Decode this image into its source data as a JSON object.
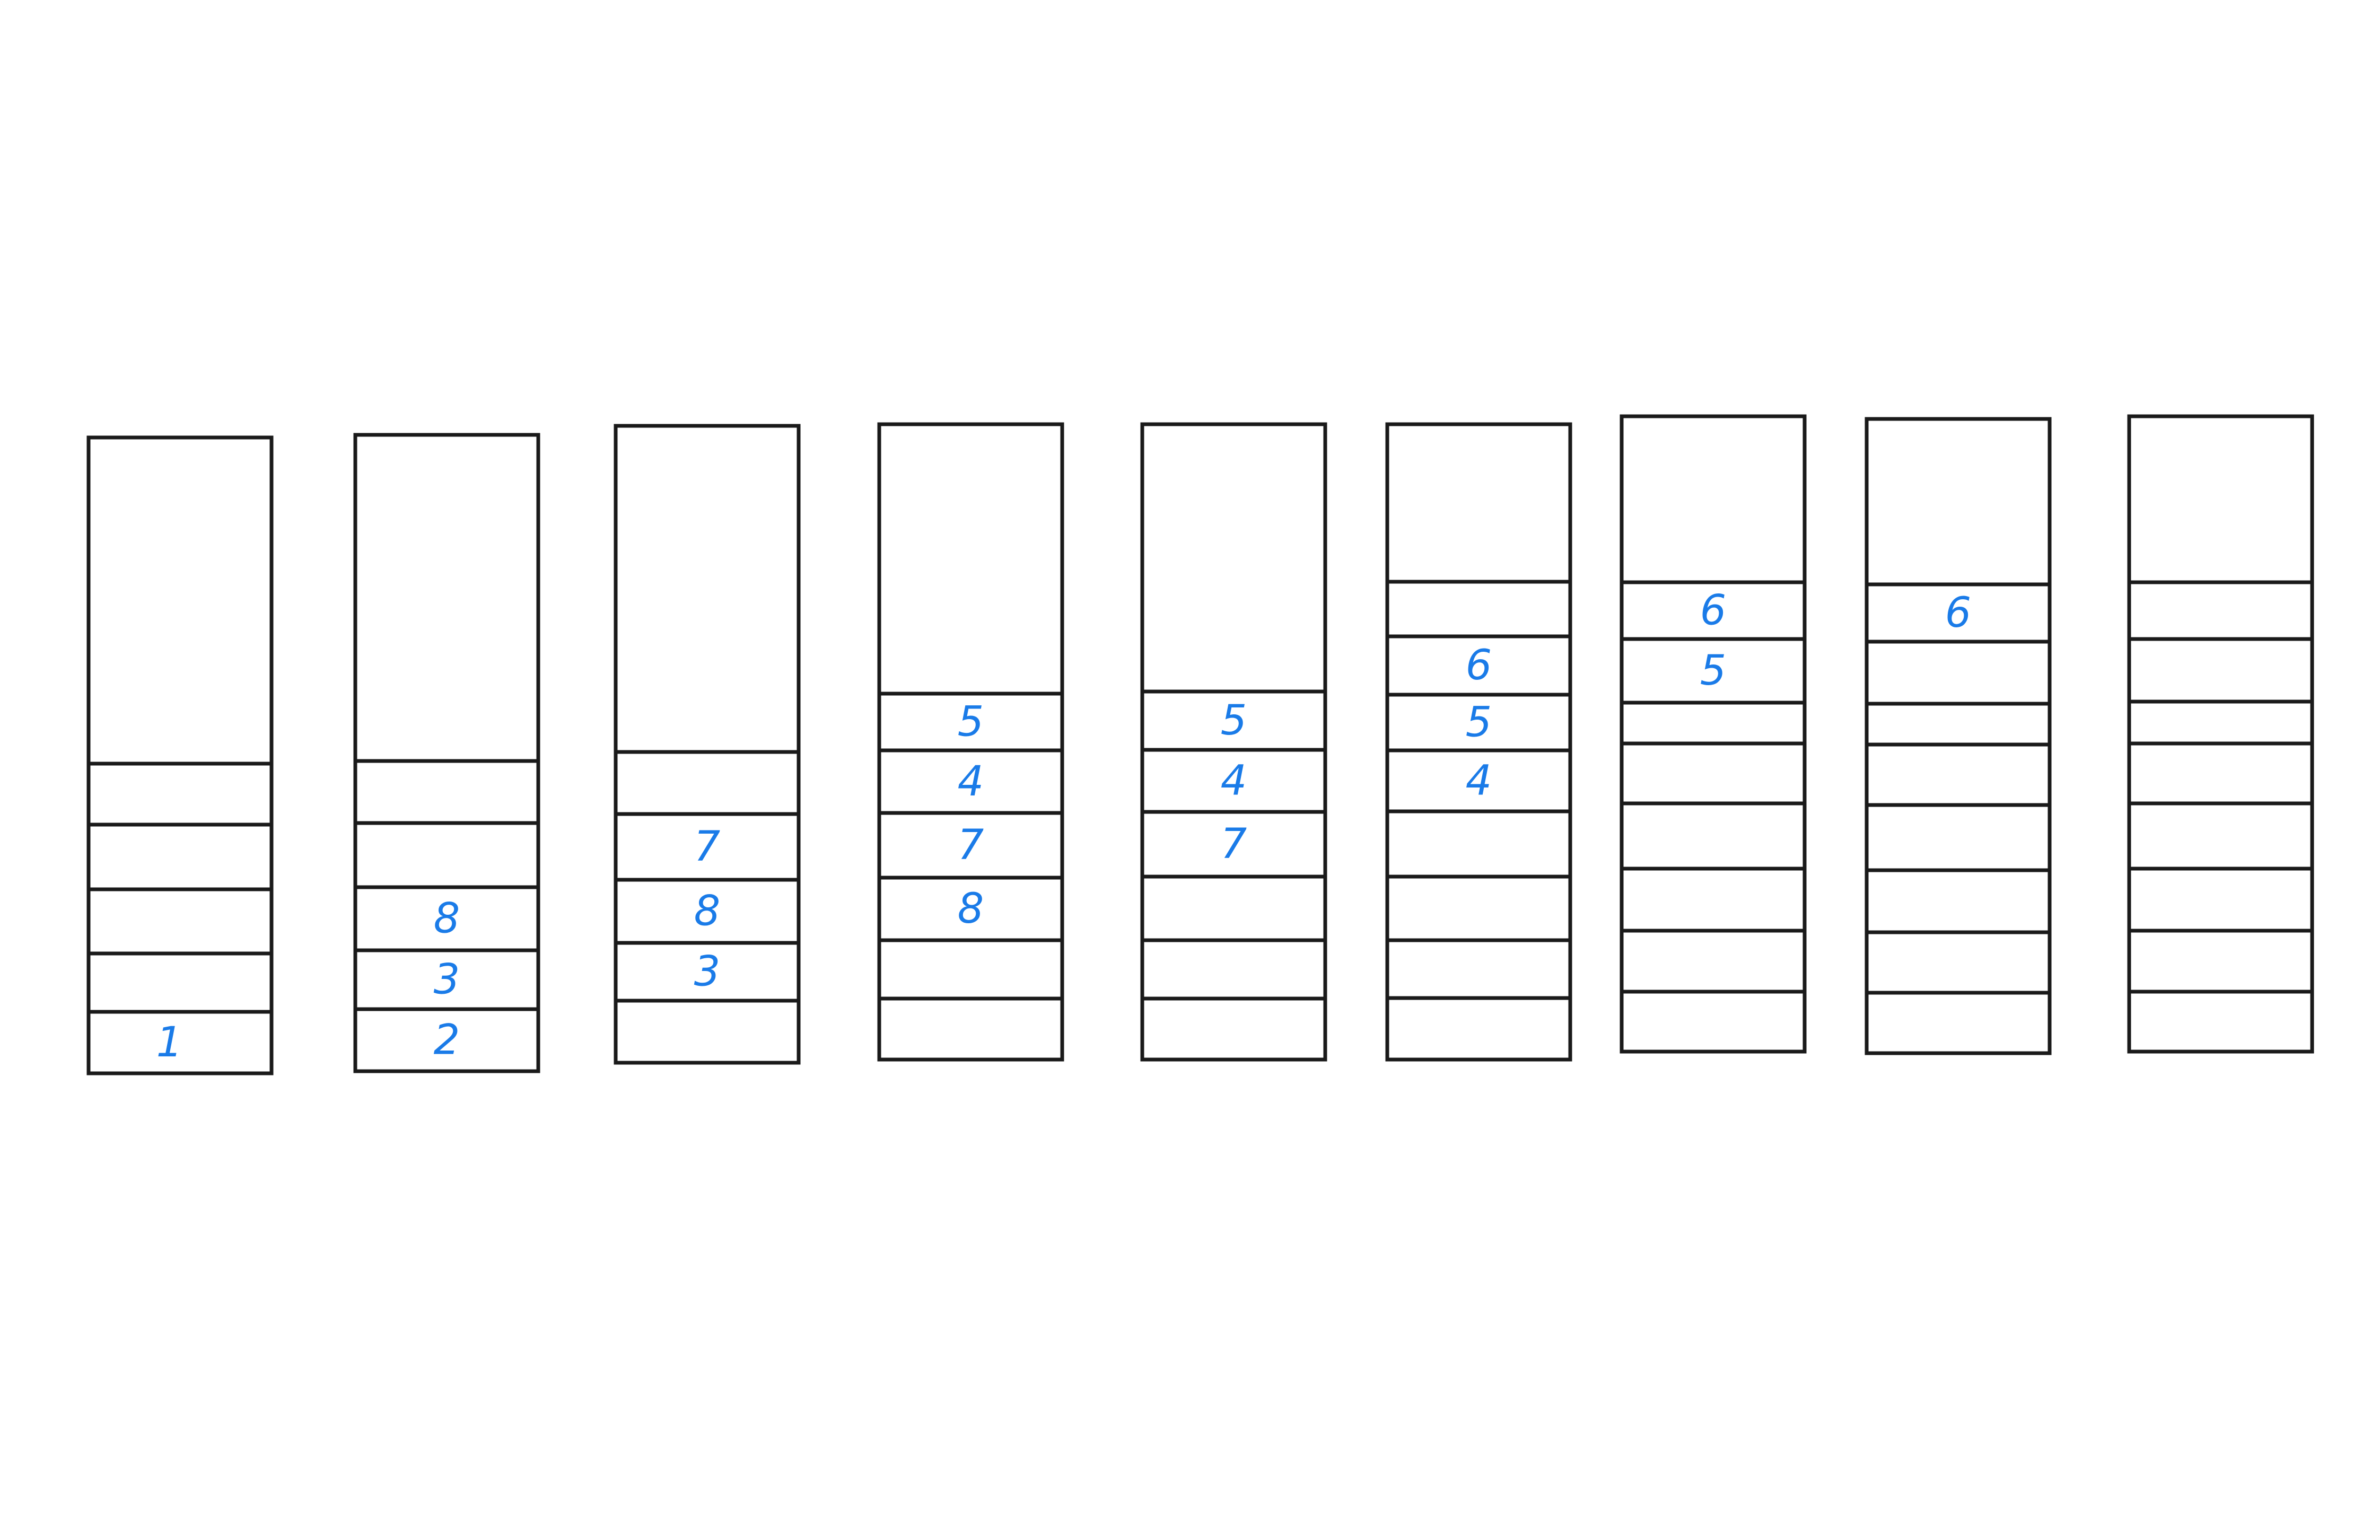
{
  "colors": {
    "outline": "#1a1a1a",
    "value": "#1a7be8",
    "background": "#ffffff"
  },
  "stacks": [
    {
      "cells": 5,
      "values": [
        "1"
      ]
    },
    {
      "cells": 5,
      "values": [
        "2",
        "3",
        "8"
      ]
    },
    {
      "cells": 5,
      "values": [
        "",
        "3",
        "8",
        "7"
      ]
    },
    {
      "cells": 6,
      "values": [
        "",
        "",
        "8",
        "7",
        "4",
        "5"
      ]
    },
    {
      "cells": 6,
      "values": [
        "",
        "",
        "",
        "7",
        "4",
        "5"
      ]
    },
    {
      "cells": 8,
      "values": [
        "",
        "",
        "",
        "",
        "4",
        "5",
        "6"
      ]
    },
    {
      "cells": 8,
      "values": [
        "",
        "",
        "",
        "",
        "",
        "",
        "5",
        "6"
      ]
    },
    {
      "cells": 8,
      "values": [
        "",
        "",
        "",
        "",
        "",
        "",
        "",
        "6"
      ]
    },
    {
      "cells": 8,
      "values": []
    }
  ]
}
